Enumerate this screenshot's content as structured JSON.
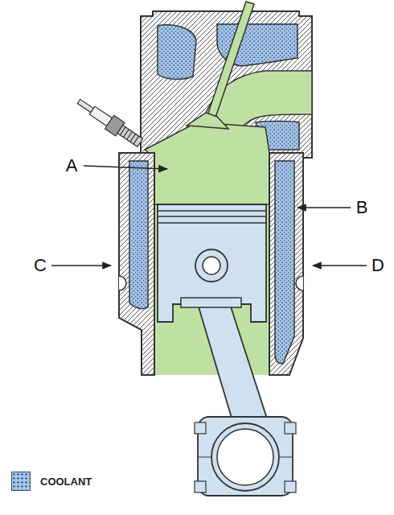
{
  "diagram": {
    "labels": [
      "A",
      "B",
      "C",
      "D"
    ],
    "legend": [
      {
        "text": "COOLANT",
        "color": "#a9c4e4"
      }
    ]
  }
}
